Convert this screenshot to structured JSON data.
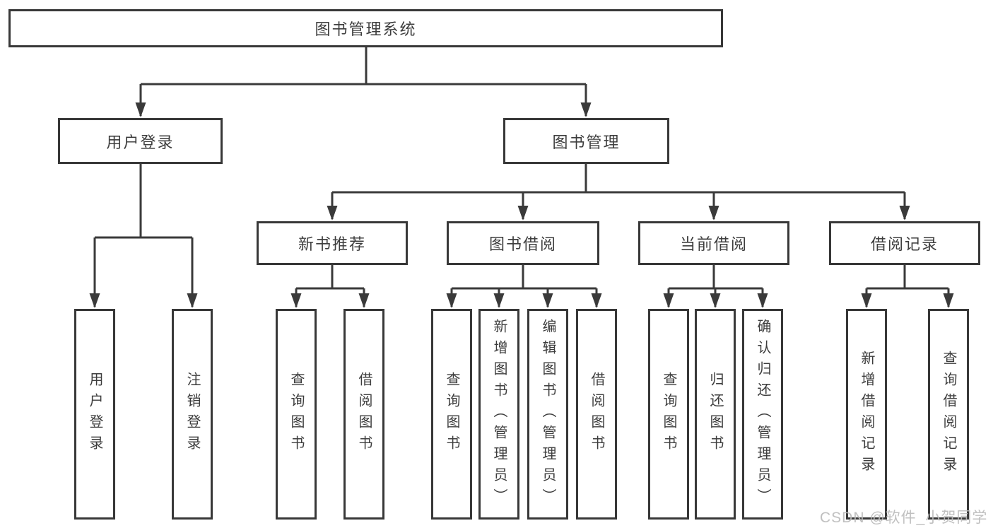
{
  "diagram": {
    "root": {
      "label": "图书管理系统"
    },
    "level2": {
      "user_login": {
        "label": "用户登录",
        "children": [
          {
            "label": "用户登录"
          },
          {
            "label": "注销登录"
          }
        ]
      },
      "book_management": {
        "label": "图书管理",
        "sections": [
          {
            "label": "新书推荐",
            "children": [
              {
                "label": "查询图书"
              },
              {
                "label": "借阅图书"
              }
            ]
          },
          {
            "label": "图书借阅",
            "children": [
              {
                "label": "查询图书"
              },
              {
                "label": "新增图书（管理员）"
              },
              {
                "label": "编辑图书（管理员）"
              },
              {
                "label": "借阅图书"
              }
            ]
          },
          {
            "label": "当前借阅",
            "children": [
              {
                "label": "查询图书"
              },
              {
                "label": "归还图书"
              },
              {
                "label": "确认归还（管理员）"
              }
            ]
          },
          {
            "label": "借阅记录",
            "children": [
              {
                "label": "新增借阅记录"
              },
              {
                "label": "查询借阅记录"
              }
            ]
          }
        ]
      }
    }
  },
  "watermark": {
    "text": "CSDN @软件_小贺同学"
  },
  "colors": {
    "line": "#3a3a3a",
    "box_border": "#383838",
    "box_background": "#ffffff",
    "text": "#3d3d3d",
    "watermark": "#bbbbbb"
  }
}
